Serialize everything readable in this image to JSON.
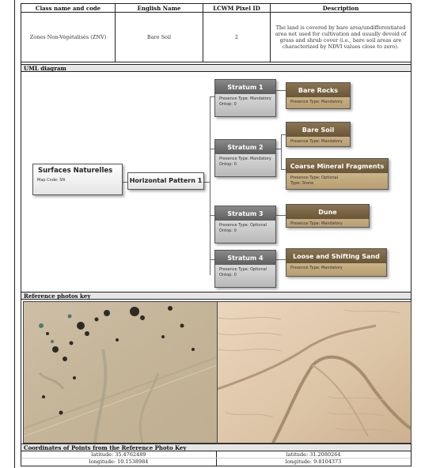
{
  "class_table": {
    "headers": [
      "Class name and code",
      "English Name",
      "LCWM Pixel ID",
      "Description"
    ],
    "row": {
      "class_name": "Zones Non-Végétalisés (ZNV)",
      "english_name": "Bare Soil",
      "pixel_id": "2",
      "description": "The land is covered by bare area/undifferentiated area not used for cultivation and usually devoid of grass and shrub cover (i.e., bare soil areas are characterized by NDVI values close to zero)."
    }
  },
  "sections": {
    "uml": "UML diagram",
    "photos": "Reference photos key",
    "coords": "Coordinates of Points from the Reference Photo Key"
  },
  "uml": {
    "root": {
      "title": "Surfaces Naturelles",
      "meta": "Map Code: SN"
    },
    "pattern": {
      "title": "Horizontal Pattern 1"
    },
    "strata": [
      {
        "title": "Stratum 1",
        "meta1": "Presence Type: Mandatory",
        "meta2": "Ontop: 0"
      },
      {
        "title": "Stratum 2",
        "meta1": "Presence Type: Mandatory",
        "meta2": "Ontop: 0"
      },
      {
        "title": "Stratum 3",
        "meta1": "Presence Type: Optional",
        "meta2": "Ontop: 0"
      },
      {
        "title": "Stratum 4",
        "meta1": "Presence Type: Optional",
        "meta2": "Ontop: 0"
      }
    ],
    "elements": [
      {
        "title": "Bare Rocks",
        "meta1": "Presence Type: Mandatory",
        "meta2": ""
      },
      {
        "title": "Bare Soil",
        "meta1": "Presence Type: Mandatory",
        "meta2": ""
      },
      {
        "title": "Coarse Mineral Fragments",
        "meta1": "Presence Type: Optional",
        "meta2": "Type: Stone"
      },
      {
        "title": "Dune",
        "meta1": "Presence Type: Mandatory",
        "meta2": ""
      },
      {
        "title": "Loose and Shifting Sand",
        "meta1": "Presence Type: Mandatory",
        "meta2": ""
      }
    ]
  },
  "coordinates": {
    "left": {
      "lat": "latitude: 35.4762489",
      "lon": "longitude: 10.1538984"
    },
    "right": {
      "lat": "latitude: 31.2080264",
      "lon": "longitude: 9.8104373"
    }
  },
  "colors": {
    "element_fill": "#c9b288",
    "element_header": "#7a6446",
    "stratum_header": "#6e6e6e"
  }
}
